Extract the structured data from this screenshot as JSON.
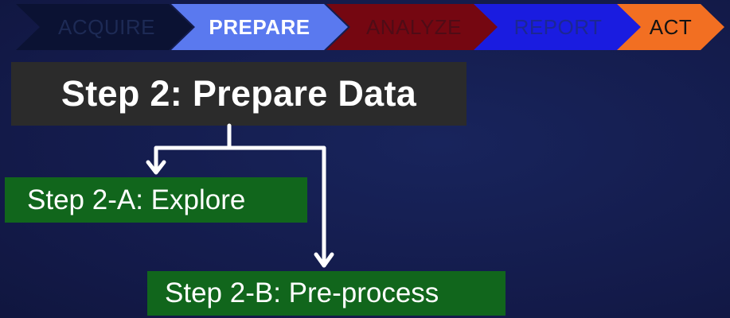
{
  "process_steps": [
    {
      "label": "ACQUIRE",
      "state": "inactive"
    },
    {
      "label": "PREPARE",
      "state": "active"
    },
    {
      "label": "ANALYZE",
      "state": "inactive"
    },
    {
      "label": "REPORT",
      "state": "inactive"
    },
    {
      "label": "ACT",
      "state": "inactive"
    }
  ],
  "colors": {
    "background": "#141d4e",
    "acquire": "#0b1233",
    "prepare": "#5a79ef",
    "analyze": "#750711",
    "report": "#1a1ce0",
    "act": "#f26f22",
    "title_box": "#2b2b2b",
    "step_box": "#11661c",
    "arrow": "#ffffff"
  },
  "title": "Step 2: Prepare Data",
  "substeps": [
    {
      "label": "Step 2-A: Explore"
    },
    {
      "label": "Step 2-B: Pre-process"
    }
  ]
}
